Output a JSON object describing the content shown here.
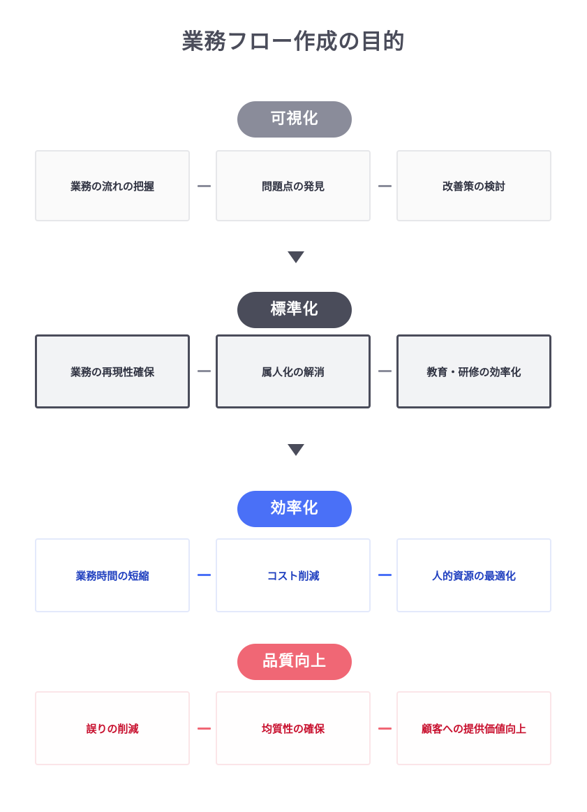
{
  "title": "業務フロー作成の目的",
  "sections": [
    {
      "label": "可視化",
      "items": [
        "業務の流れの把握",
        "問題点の発見",
        "改善策の検討"
      ]
    },
    {
      "label": "標準化",
      "items": [
        "業務の再現性確保",
        "属人化の解消",
        "教育・研修の効率化"
      ]
    },
    {
      "label": "効率化",
      "items": [
        "業務時間の短縮",
        "コスト削減",
        "人的資源の最適化"
      ]
    },
    {
      "label": "品質向上",
      "items": [
        "誤りの削減",
        "均質性の確保",
        "顧客への提供価値向上"
      ]
    }
  ],
  "colors": {
    "visualize": "#8a8c9a",
    "standardize": "#4a4c5a",
    "efficiency": "#4a70f7",
    "quality": "#f06775"
  }
}
